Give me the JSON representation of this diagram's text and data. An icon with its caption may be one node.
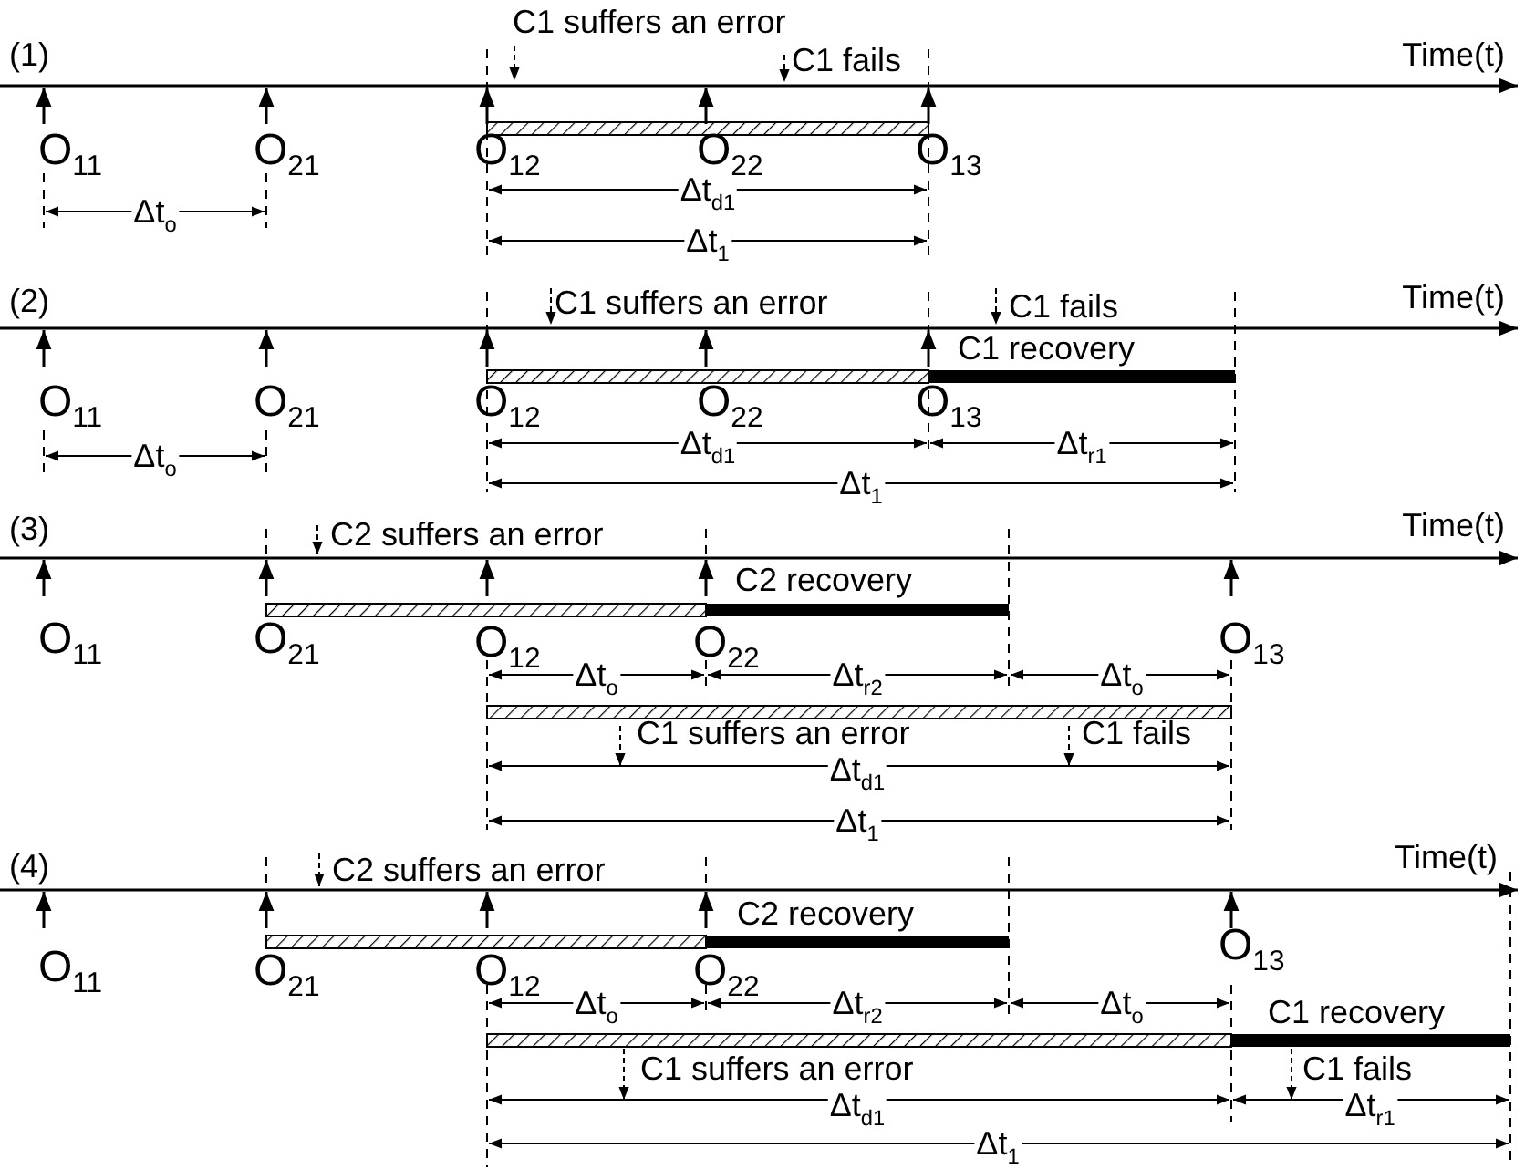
{
  "diagram": {
    "labels": [
      "(1)",
      "C1 suffers an error",
      "C1 fails",
      "Time(t)",
      "O$_{11}$",
      "O$_{21}$",
      "O$_{12}$",
      "O$_{22}$",
      "O$_{13}$",
      "Δt$_{d1}$",
      "Δt$_{o}$",
      "Δt$_{1}$",
      "(2)",
      "C1 suffers an error",
      "C1 fails",
      "Time(t)",
      "C1 recovery",
      "O$_{11}$",
      "O$_{21}$",
      "O$_{12}$",
      "O$_{22}$",
      "O$_{13}$",
      "Δt$_{o}$",
      "Δt$_{d1}$",
      "Δt$_{r1}$",
      "Δt$_{1}$",
      "(3)",
      "C2 suffers an error",
      "Time(t)",
      "C2 recovery",
      "O$_{11}$",
      "O$_{21}$",
      "O$_{12}$",
      "O$_{22}$",
      "O$_{13}$",
      "Δt$_{o}$",
      "Δt$_{r2}$",
      "Δt$_{o}$",
      "C1 suffers an error",
      "C1 fails",
      "Δt$_{d1}$",
      "Δt$_{1}$",
      "(4)",
      "C2 suffers an error",
      "Time(t)",
      "C2 recovery",
      "O$_{11}$",
      "O$_{21}$",
      "O$_{12}$",
      "O$_{22}$",
      "O$_{13}$",
      "Δt$_{o}$",
      "Δt$_{r2}$",
      "Δt$_{o}$",
      "C1 recovery",
      "C1 suffers an error",
      "C1 fails",
      "Δt$_{d1}$",
      "Δt$_{r1}$",
      "Δt$_{1}$"
    ]
  }
}
